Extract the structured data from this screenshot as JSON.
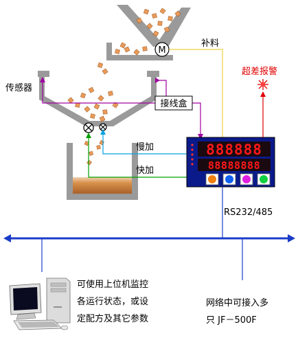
{
  "labels": {
    "refill": "补料",
    "sensor": "传感器",
    "junction_box": "接线盒",
    "slow_feed": "慢加",
    "fast_feed": "快加",
    "overrange_alarm": "超差报警",
    "bus": "RS232/485",
    "pc_note_line1": "可使用上位机监控",
    "pc_note_line2": "各运行状态，或设",
    "pc_note_line3": "定配方及其它参数",
    "network_note_line1": "网络中可接入多",
    "network_note_line2": "只 JF－500F"
  },
  "motor": {
    "symbol": "M"
  },
  "display": {
    "upper_digits": "888888",
    "lower_digits": "88888888"
  },
  "colors": {
    "hopper": "#9a9a9a",
    "sensor_wire": "#a000a0",
    "slow_wire": "#00a0e0",
    "fast_wire": "#00a000",
    "refill_wire": "#f0d040",
    "alarm": "#e00000",
    "bus": "#1a3cc8",
    "panel": "#0a1a8a",
    "segment": "#ff1818",
    "material": "#c87a3a"
  }
}
